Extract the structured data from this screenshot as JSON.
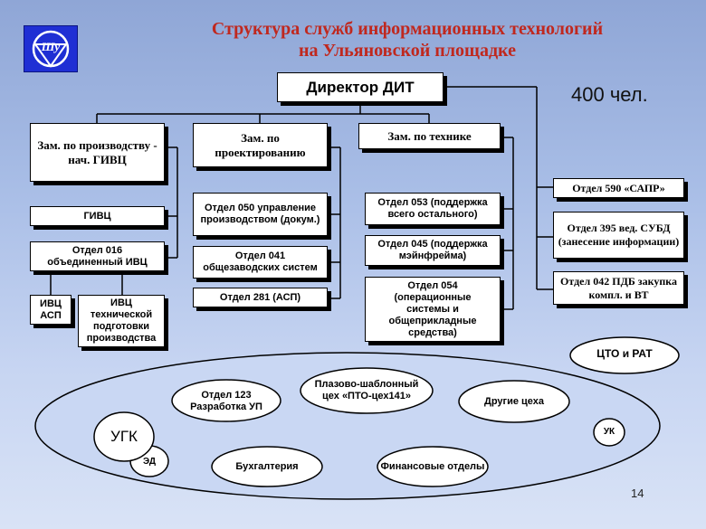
{
  "title": {
    "line1": "Структура служб информационных технологий",
    "line2": "на Ульяновской площадке"
  },
  "logo_text": "Шу",
  "headcount": "400 чел.",
  "director": "Директор ДИТ",
  "deputies": {
    "production": "Зам. по производству - нач. ГИВЦ",
    "design": "Зам. по проектированию",
    "technical": "Зам. по технике"
  },
  "production_units": {
    "givc": "ГИВЦ",
    "dept016": "Отдел 016 объединенный ИВЦ",
    "ivc_asp": "ИВЦ АСП",
    "ivc_tech": "ИВЦ технической подготовки производства"
  },
  "design_units": {
    "dept050": "Отдел 050 управление производством (докум.)",
    "dept041": "Отдел 041 общезаводских систем",
    "dept281": "Отдел 281 (АСП)"
  },
  "technical_units": {
    "dept053": "Отдел 053 (поддержка всего остального)",
    "dept045": "Отдел 045 (поддержка мэйнфрейма)",
    "dept054": "Отдел 054 (операционные системы и общеприкладные средства)"
  },
  "right_units": {
    "dept590": "Отдел 590 «САПР»",
    "dept395": "Отдел 395 вед. СУБД (занесение информации)",
    "dept042": "Отдел 042 ПДБ закупка компл. и ВТ"
  },
  "cto_rat": "ЦТО и РАТ",
  "ellipse_units": {
    "dept123": "Отдел 123 Разработка УП",
    "plazovo": "Плазово-шаблонный цех «ПТО-цех141»",
    "other_shops": "Другие цеха",
    "ugk": "УГК",
    "ed": "ЭД",
    "uk": "УК",
    "accounting": "Бухгалтерия",
    "finance": "Финансовые отделы"
  },
  "page_number": "14",
  "colors": {
    "title": "#c0281e",
    "logo_bg": "#1f2fd4",
    "ellipse_fill": "#c9d7f3"
  }
}
